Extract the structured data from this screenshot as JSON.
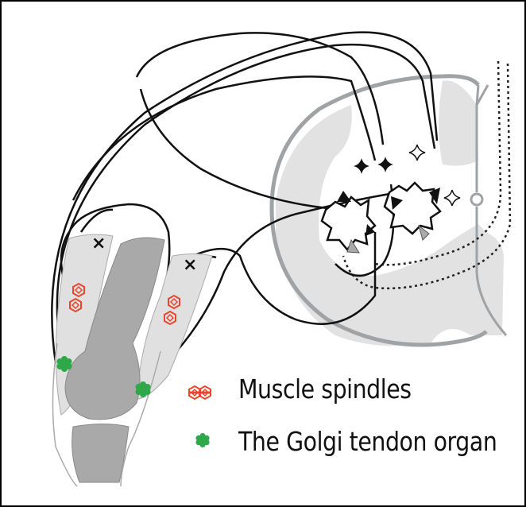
{
  "figure": {
    "description_kind": "muscle-spinal-cord reflex circuit",
    "colors": {
      "spindle": "#e8472e",
      "golgi": "#2fa84a",
      "grey_matter": "#e2e2e2",
      "cord_outline": "#a0a3a5",
      "bone": "#a9a9a9",
      "muscle": "#e0e0e0",
      "nerve": "#111111"
    }
  },
  "legend": {
    "items": [
      {
        "icon": "muscle-spindle-icon",
        "label": "Muscle spindles"
      },
      {
        "icon": "golgi-tendon-organ-icon",
        "label": "The Golgi tendon organ"
      }
    ]
  }
}
